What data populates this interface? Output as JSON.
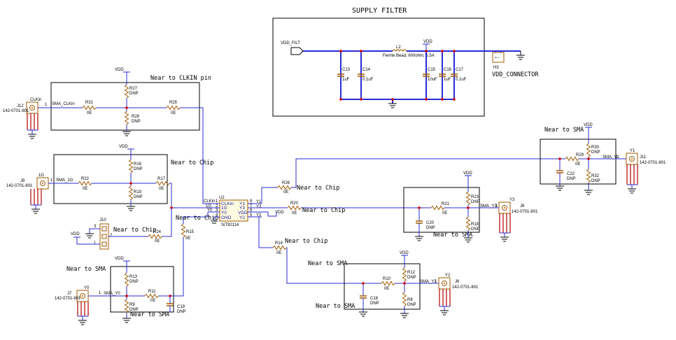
{
  "title": "SUPPLY FILTER",
  "nets": {
    "vdd": "VDD",
    "vdd_filt": "VDD_FILT",
    "sma_clkin": "SMA_CLKin",
    "sma_1g": "SMA_1G",
    "sma_y0": "SMA_Y0",
    "sma_y1": "SMA_Y1",
    "sma_y2": "SMA_Y2",
    "sma_y3": "SMA_Y3"
  },
  "notes": {
    "near_clkin": "Near to CLKIN pin",
    "near_chip": "Near to Chip",
    "near_sma": "Near to SMA",
    "vdd_connector": "VDD_CONNECTOR"
  },
  "parts": {
    "l2": "L2",
    "l2_val": "Ferrite Bead, 600ohm, 1.5A",
    "c13": "C13",
    "c13_val": "1uF",
    "c14": "C14",
    "c14_val": "0.1uF",
    "c15": "C15",
    "c15_val": "10uF",
    "c16": "C16",
    "c16_val": "1uF",
    "c17": "C17",
    "c17_val": "0.1uF",
    "h3": "H3",
    "j12": "J12",
    "j12_pn": "142-0701-801",
    "j12_name": "CLKin",
    "j9": "J9",
    "j9_pn": "142-0701-801",
    "j9_name": "1G",
    "j7": "J7",
    "j7_pn": "142-0701-801",
    "j7_name": "Y0",
    "j11": "J11",
    "j11_pn": "142-0701-801",
    "j11_name": "Y1",
    "j8": "J8",
    "j8_pn": "142-0701-801",
    "j8_name": "Y3",
    "j6": "J6",
    "j6_pn": "142-0701-801",
    "j6_name": "Y2",
    "j10": "J10",
    "r31": "R31",
    "r25": "R25",
    "r27": "R27",
    "r28": "R28",
    "r22": "R22",
    "r17": "R17",
    "r16": "R16",
    "r19": "R19",
    "r24": "R24",
    "r15": "R15",
    "r13": "R13",
    "r9": "R9",
    "r11": "R11",
    "c19": "C19",
    "r26": "R26",
    "r20": "R20",
    "r14": "R14",
    "r29": "R29",
    "r30": "R30",
    "r32": "R32",
    "c22": "C22",
    "r21": "R21",
    "r23": "R23",
    "r18": "R18",
    "c20": "C20",
    "r10": "R10",
    "r12": "R12",
    "r8": "R8",
    "c18": "C18",
    "zero": "0E",
    "dnp": "DNP"
  },
  "u2": {
    "ref": "U2",
    "part": "SiT92114",
    "pins_left": [
      "CLKin",
      "1G",
      "Y0",
      "GND"
    ],
    "pins_left_num": [
      "1",
      "2",
      "3",
      "4"
    ],
    "pins_right": [
      "Y1",
      "Y3",
      "VDD",
      "Y2"
    ],
    "pins_right_num": [
      "8",
      "7",
      "6",
      "5"
    ],
    "ext_left": [
      "CLKin",
      "1G",
      "Y0"
    ],
    "ext_right": [
      "Y1",
      "Y3",
      "Y2"
    ]
  },
  "j10_pins": [
    "3",
    "2",
    "1"
  ],
  "pin1": "1",
  "h3_glyph": "+ –",
  "colors": {
    "wire": "#2b2bd6",
    "junction": "#d40000",
    "component": "#a05a00"
  }
}
